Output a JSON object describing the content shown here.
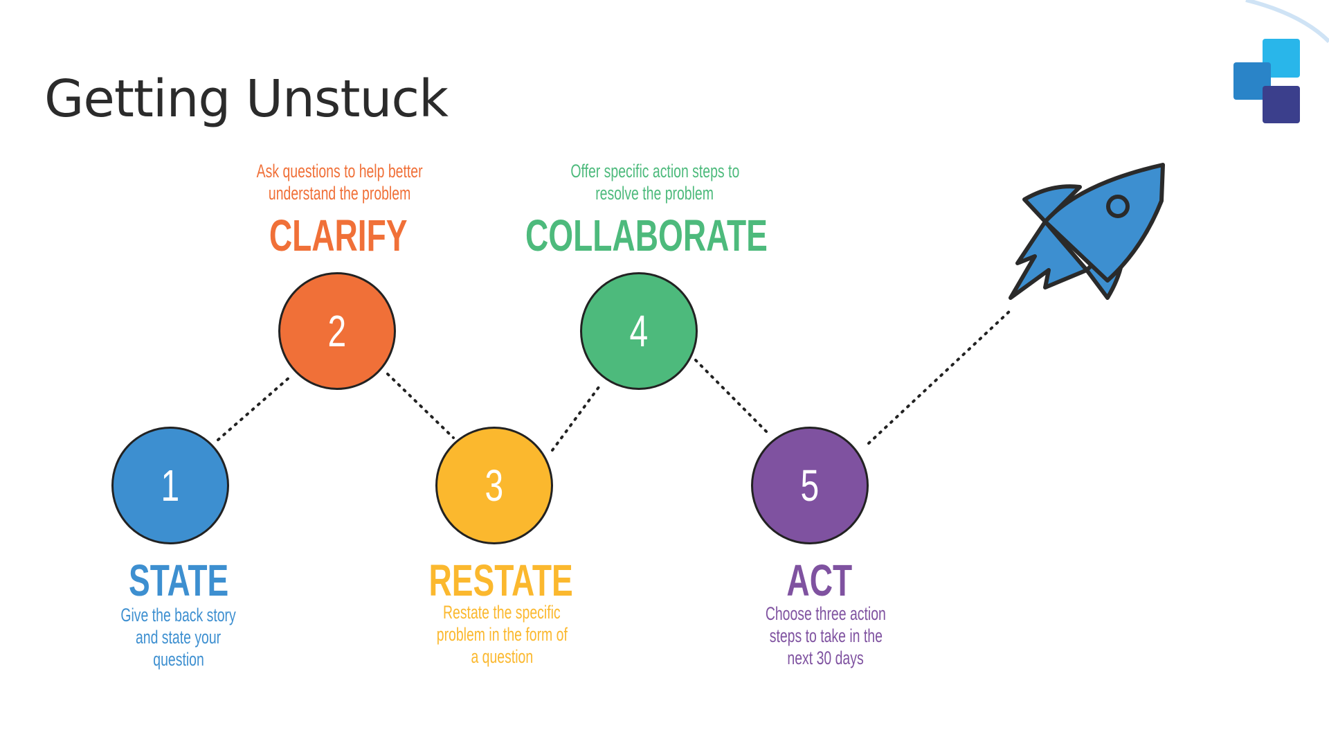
{
  "title": "Getting Unstuck",
  "colors": {
    "state": "#3d8fd0",
    "clarify": "#f07038",
    "restate": "#fbb82e",
    "collaborate": "#4dba7c",
    "act": "#7f52a0"
  },
  "steps": [
    {
      "number": "1",
      "label": "STATE",
      "desc": [
        "Give the back story",
        "and state your",
        "question"
      ]
    },
    {
      "number": "2",
      "label": "CLARIFY",
      "desc": [
        "Ask questions to help better",
        "understand the problem"
      ]
    },
    {
      "number": "3",
      "label": "RESTATE",
      "desc": [
        "Restate the specific",
        "problem in the form of",
        "a question"
      ]
    },
    {
      "number": "4",
      "label": "COLLABORATE",
      "desc": [
        "Offer specific action steps to",
        "resolve the problem"
      ]
    },
    {
      "number": "5",
      "label": "ACT",
      "desc": [
        "Choose three action",
        "steps to take in the",
        "next 30 days"
      ]
    }
  ],
  "icons": {
    "rocket": "rocket-icon",
    "logo": "logo-icon"
  }
}
